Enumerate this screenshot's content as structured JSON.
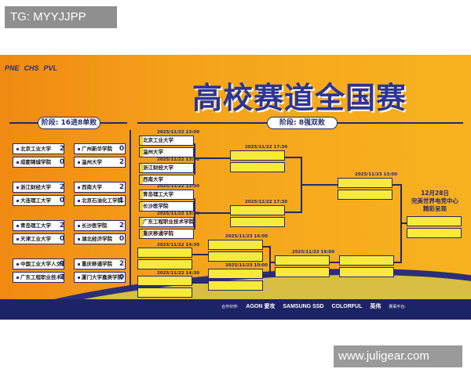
{
  "tag": "TG: MYYJJPP",
  "watermark": "www.juligear.com",
  "logos": [
    "PNE",
    "CHS",
    "PVL"
  ],
  "title": "高校赛道全国赛",
  "stage_left": "阶段:  16进8单败",
  "stage_right": "阶段:  8强双败",
  "round1": [
    {
      "team": "北京工业大学",
      "score": "2",
      "opp": "广州新华学院",
      "opp_score": "0"
    },
    {
      "team": "成都锦城学院",
      "score": "0",
      "opp": "温州大学",
      "opp_score": "2"
    },
    {
      "team": "浙江财经大学",
      "score": "2",
      "opp": "西南大学",
      "opp_score": "2"
    },
    {
      "team": "大连理工大学",
      "score": "0",
      "opp": "北京石油化工学院",
      "opp_score": "1"
    },
    {
      "team": "青岛理工大学",
      "score": "2",
      "opp": "长沙医学院",
      "opp_score": "2"
    },
    {
      "team": "天津工业大学",
      "score": "0",
      "opp": "湖北经济学院",
      "opp_score": "0"
    },
    {
      "team": "中国工业大学人文信息学院",
      "score": "0",
      "opp": "重庆移通学院",
      "opp_score": "2"
    },
    {
      "team": "广东工程职业技术学院",
      "score": "2",
      "opp": "厦门大学嘉庚学院",
      "opp_score": "0"
    }
  ],
  "qf": [
    {
      "time": "2025/11/22 13:00",
      "a": "北京工业大学",
      "b": "温州大学"
    },
    {
      "time": "2025/11/22 13:00",
      "a": "浙江财经大学",
      "b": "西南大学"
    },
    {
      "time": "2025/11/22 13:00",
      "a": "青岛理工大学",
      "b": "长沙医学院"
    },
    {
      "time": "2025/11/22 13:00",
      "a": "广东工程职业技术学院",
      "b": "重庆移通学院"
    }
  ],
  "times": {
    "sf1": "2025/11/22 17:30",
    "sf2": "2025/11/22 17:30",
    "wf": "2025/11/23 13:00",
    "lb1": "2025/11/22 14:30",
    "lb2": "2025/11/22 14:30",
    "lb3": "2025/11/23 10:00",
    "lb4": "2025/11/23 16:00",
    "lb5": "2025/11/23 19:00"
  },
  "final_text": [
    "12月28日",
    "完美世界电竞中心",
    "精彩呈现"
  ],
  "sponsors_label": "合作伙伴:",
  "sponsors": [
    "AGON 爱攻",
    "SAMSUNG SSD",
    "COLORFUL",
    "英伟"
  ],
  "partner_label": "赛事平台:"
}
